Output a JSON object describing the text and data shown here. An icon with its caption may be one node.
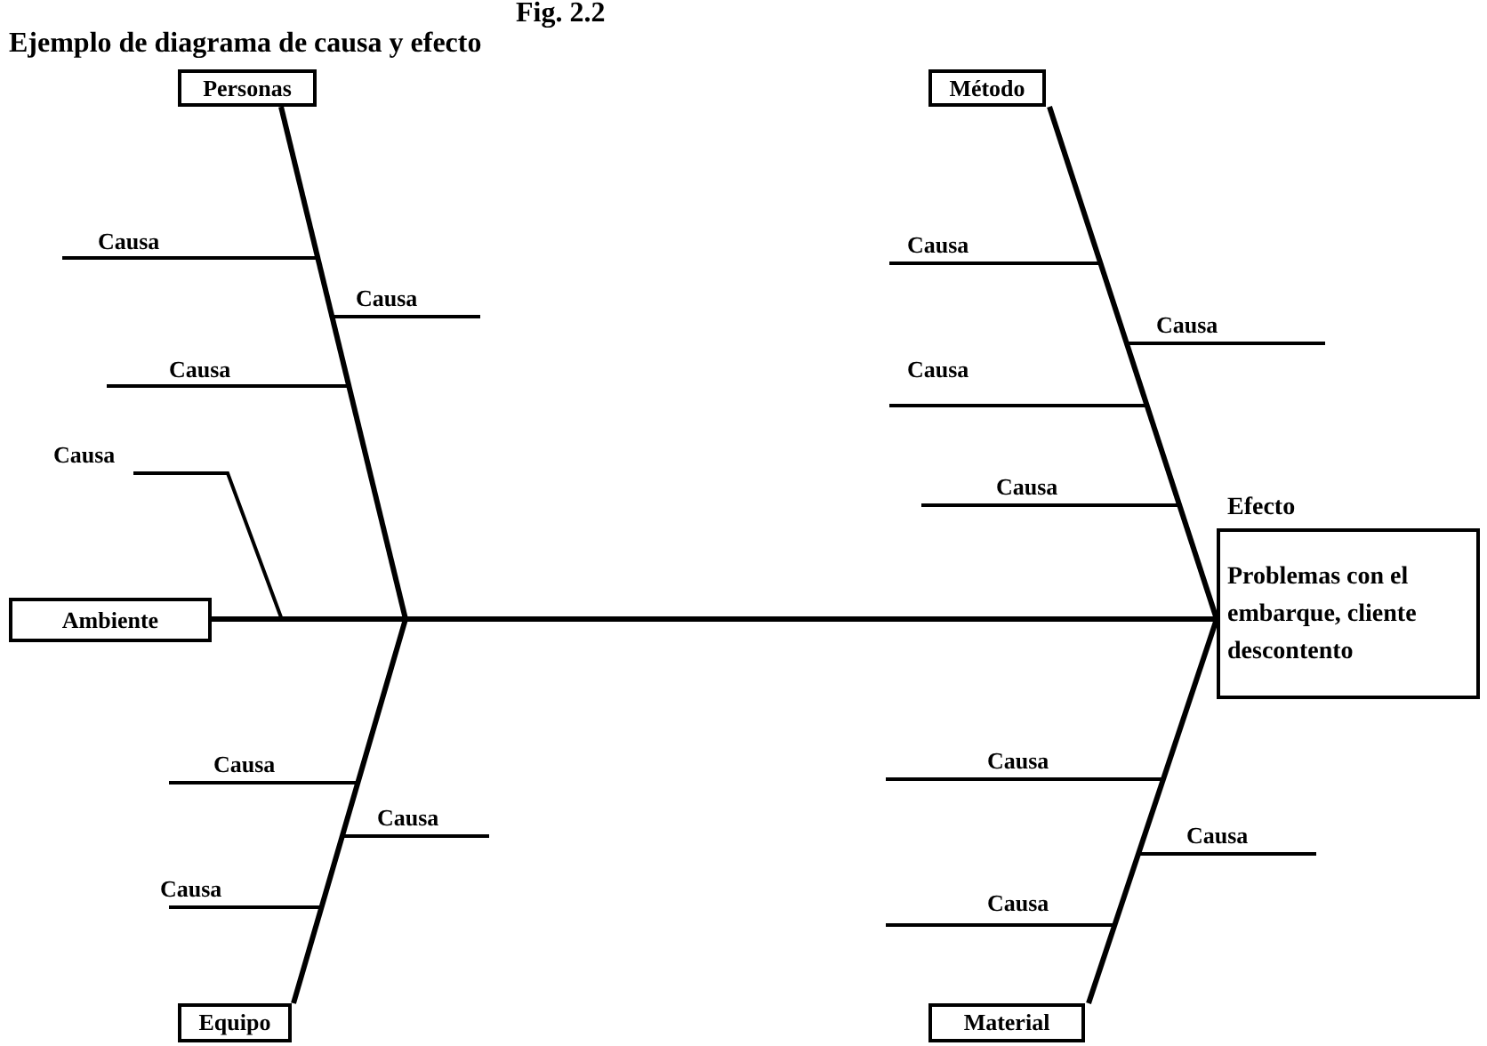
{
  "diagram": {
    "title": "Ejemplo de diagrama de causa y efecto",
    "nodes": [
      {
        "text": [
          "Personas"
        ]
      },
      {
        "text": [
          "Método"
        ]
      },
      {
        "text": [
          "Ambiente"
        ]
      },
      {
        "text": [
          "Efecto",
          "Problemas con el embarque, cliente descontento"
        ]
      },
      {
        "text": [
          "Equipo"
        ]
      },
      {
        "text": [
          "Material"
        ]
      }
    ],
    "edges": [
      {
        "from": 2,
        "to": 3,
        "arrow": "none"
      },
      {
        "from": 0,
        "to": null,
        "arrow": "none"
      },
      {
        "from": 1,
        "to": 3,
        "arrow": "none"
      },
      {
        "from": 4,
        "to": null,
        "arrow": "none"
      },
      {
        "from": 5,
        "to": 3,
        "arrow": "none"
      }
    ],
    "labels": [
      "Fig. 2.2",
      "Causa",
      "Causa",
      "Causa",
      "Causa",
      "Causa",
      "Causa",
      "Causa",
      "Causa",
      "Causa",
      "Causa",
      "Causa",
      "Causa",
      "Causa",
      "Causa"
    ]
  }
}
